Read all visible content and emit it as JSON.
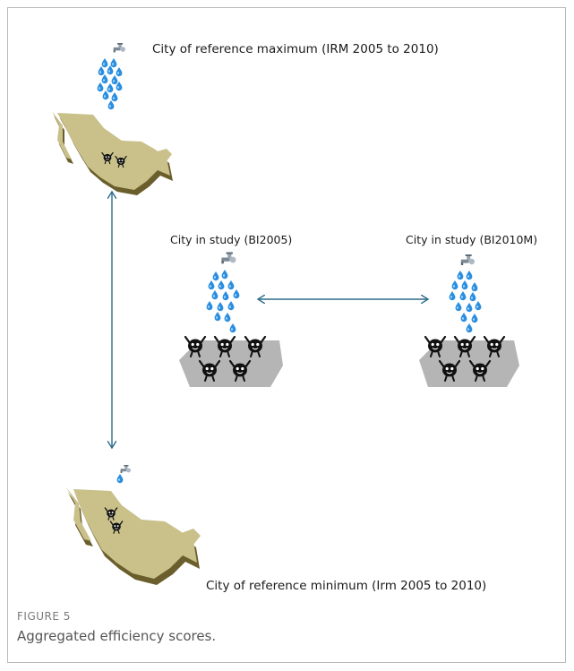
{
  "labels": {
    "max_city": "City of reference maximum (IRM  2005 to 2010)",
    "min_city": "City of reference minimum (Irm 2005 to 2010)",
    "study_2005": "City in study (BI2005)",
    "study_2010": "City in study (BI2010M)"
  },
  "caption": {
    "figure_label": "FIGURE 5",
    "text": "Aggregated efficiency scores."
  },
  "colors": {
    "map_fill": "#c9c08a",
    "map_shadow": "#6a5e2c",
    "arrow": "#2f6d8a",
    "water": "#2a8ee0",
    "platform": "#b5b5b5",
    "person": "#111111"
  },
  "icons": [
    "faucet-icon",
    "water-drop-icon",
    "mexico-map",
    "person-icon",
    "double-arrow"
  ]
}
